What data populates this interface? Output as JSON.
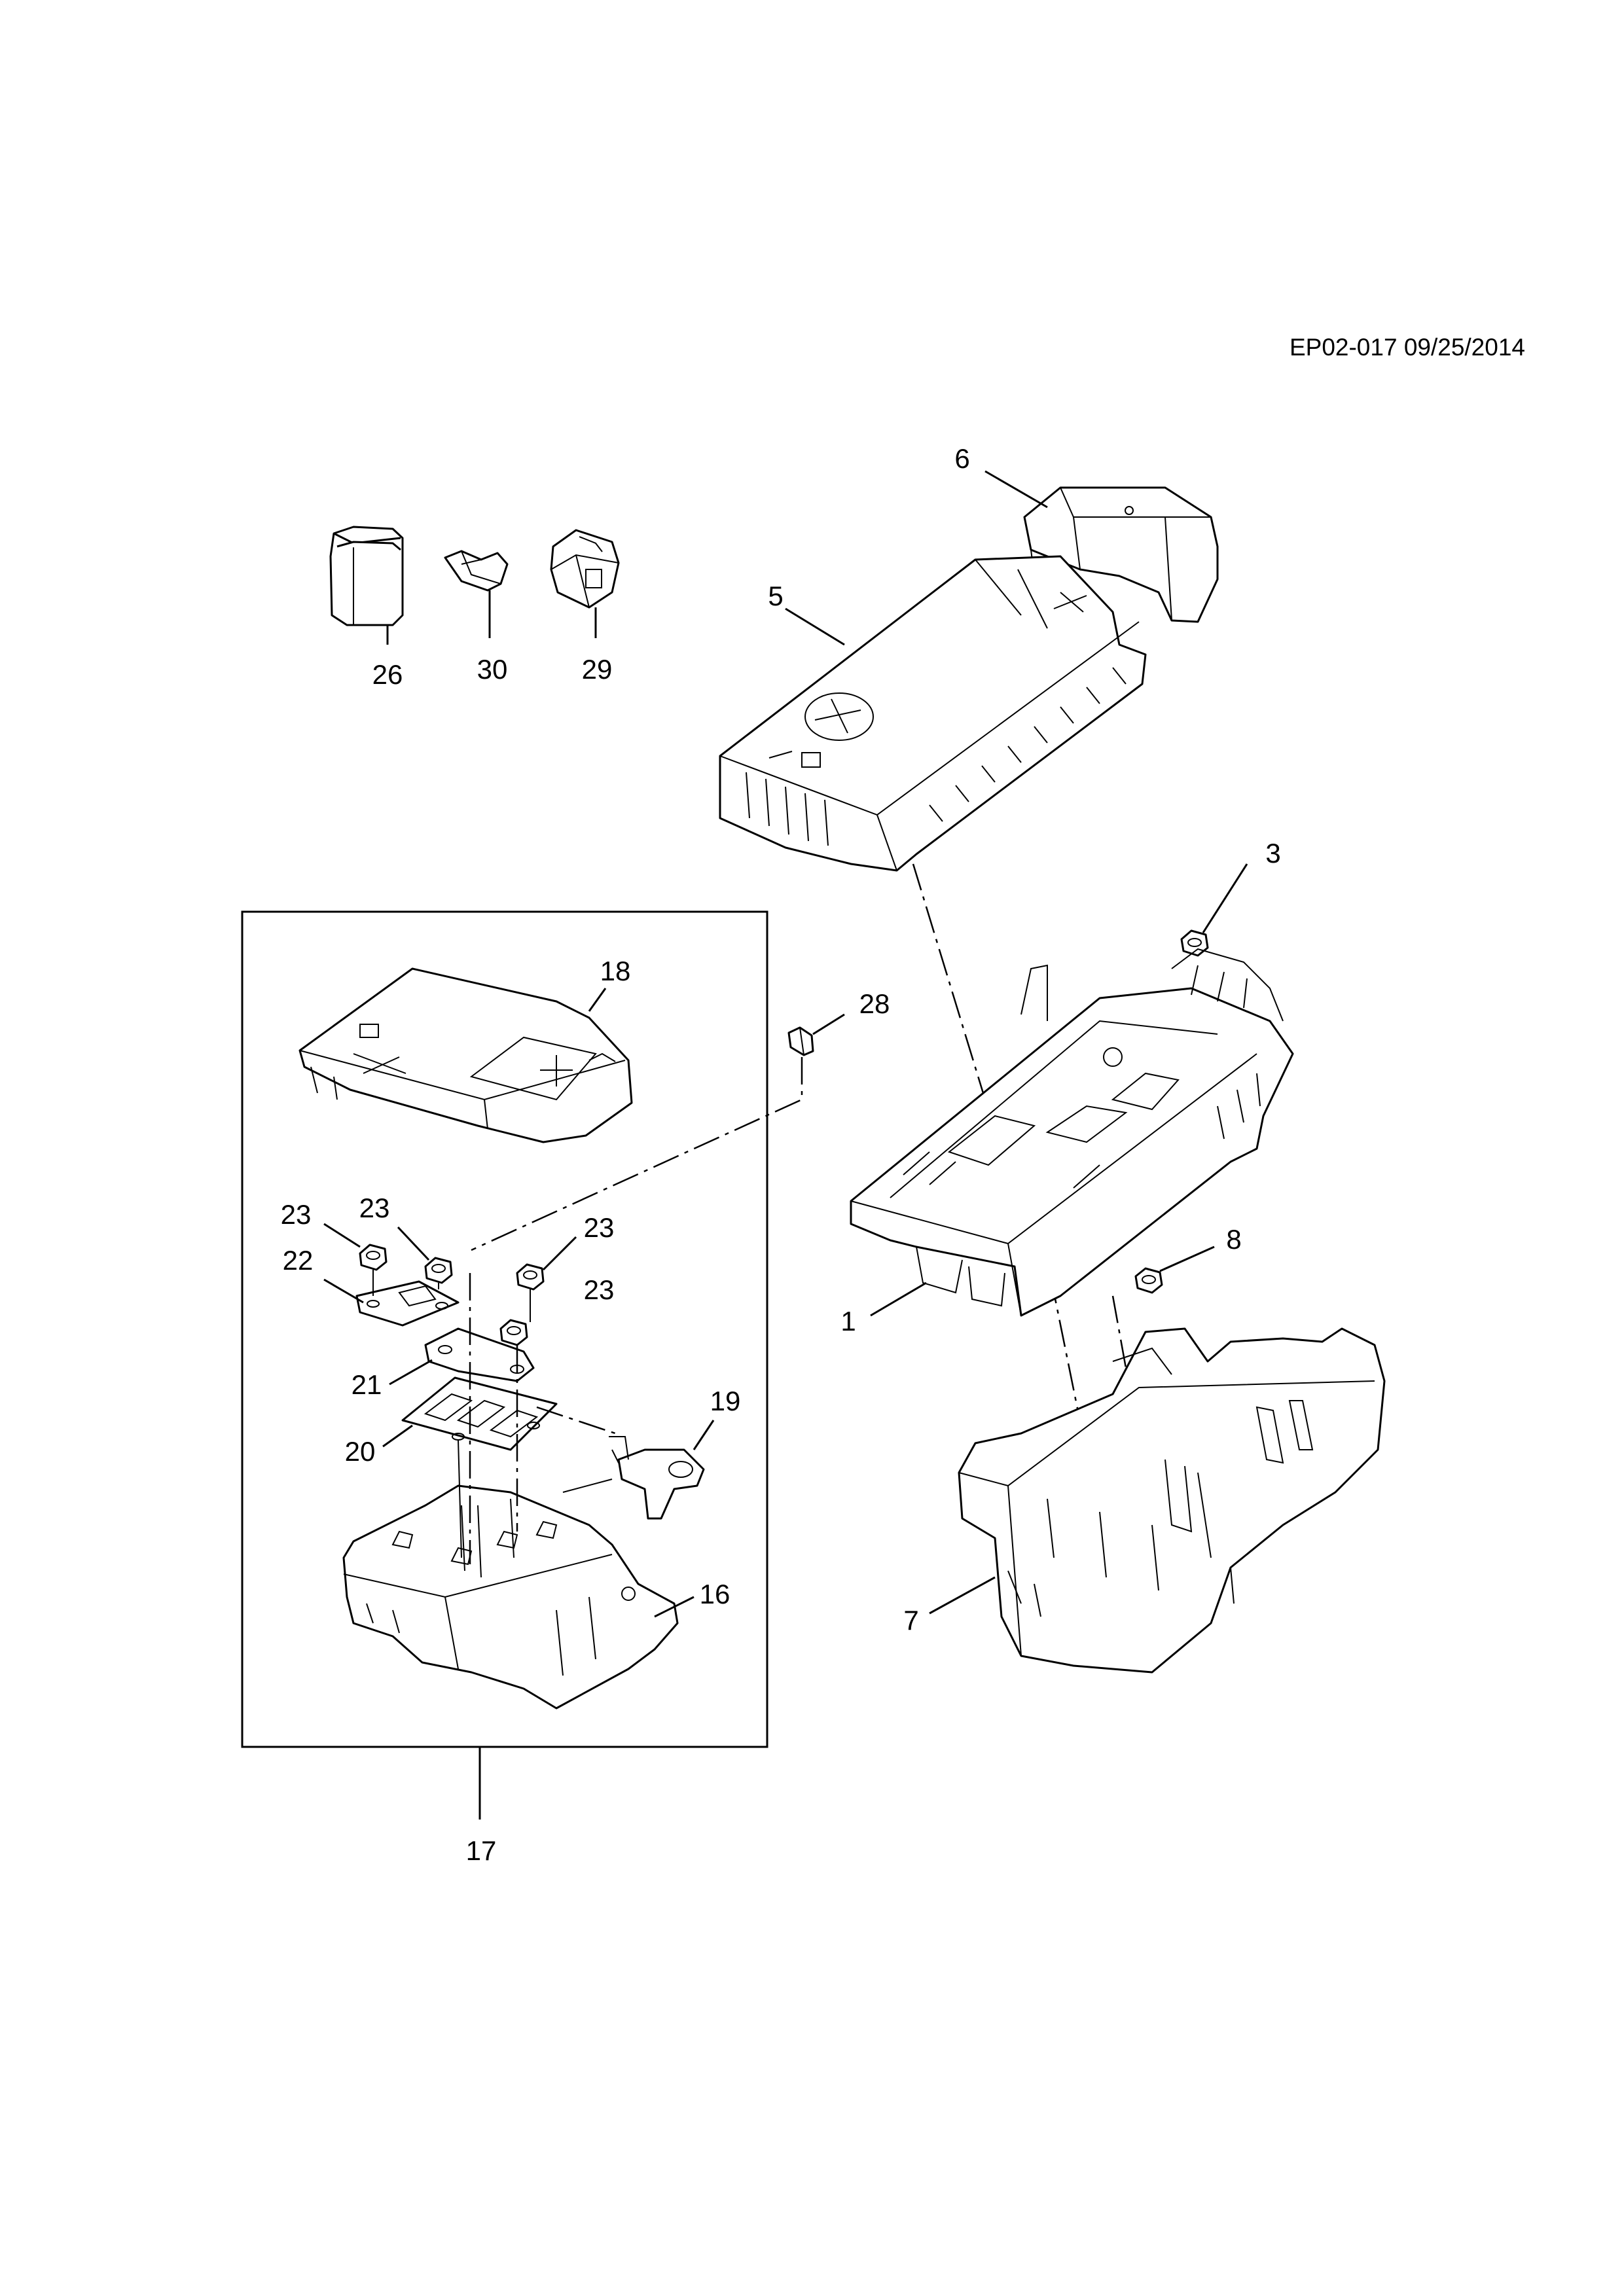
{
  "header": {
    "doc_ref": "EP02-017 09/25/2014"
  },
  "callouts": {
    "c1": "1",
    "c3": "3",
    "c5": "5",
    "c6": "6",
    "c7": "7",
    "c8": "8",
    "c16": "16",
    "c17": "17",
    "c18": "18",
    "c19": "19",
    "c20": "20",
    "c21": "21",
    "c22": "22",
    "c23a": "23",
    "c23b": "23",
    "c23c": "23",
    "c23d": "23",
    "c26": "26",
    "c28": "28",
    "c29": "29",
    "c30": "30"
  }
}
